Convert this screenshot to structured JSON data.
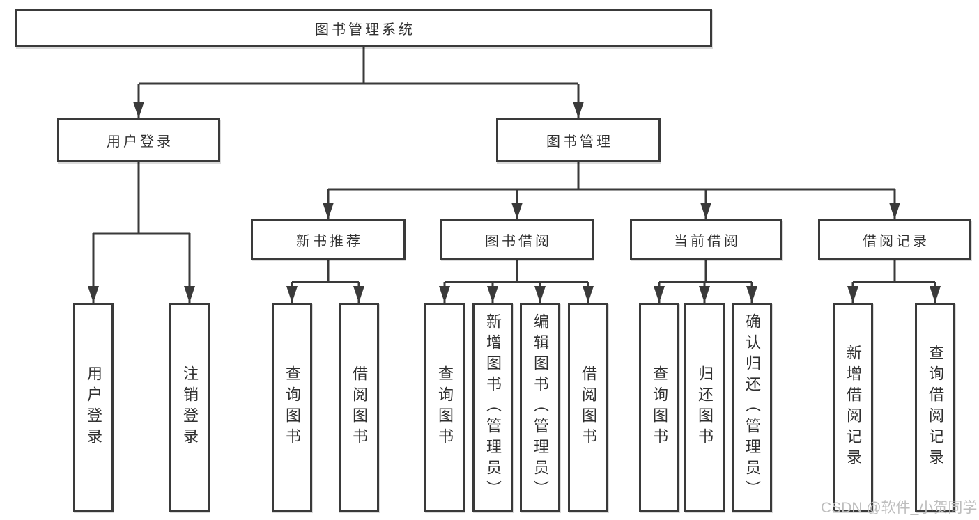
{
  "tree": {
    "label": "图书管理系统",
    "children": [
      {
        "label": "用户登录",
        "children": [
          {
            "label": "用户登录"
          },
          {
            "label": "注销登录"
          }
        ]
      },
      {
        "label": "图书管理",
        "children": [
          {
            "label": "新书推荐",
            "children": [
              {
                "label": "查询图书"
              },
              {
                "label": "借阅图书"
              }
            ]
          },
          {
            "label": "图书借阅",
            "children": [
              {
                "label": "查询图书"
              },
              {
                "label": "新增图书（管理员）"
              },
              {
                "label": "编辑图书（管理员）"
              },
              {
                "label": "借阅图书"
              }
            ]
          },
          {
            "label": "当前借阅",
            "children": [
              {
                "label": "查询图书"
              },
              {
                "label": "归还图书"
              },
              {
                "label": "确认归还（管理员）"
              }
            ]
          },
          {
            "label": "借阅记录",
            "children": [
              {
                "label": "新增借阅记录"
              },
              {
                "label": "查询借阅记录"
              }
            ]
          }
        ]
      }
    ]
  },
  "watermark": {
    "text": "CSDN @软件_小贺同学"
  },
  "colors": {
    "line": "#3a3a3a",
    "text": "#303030",
    "watermark": "#bdbdbd",
    "box_background": "#ffffff"
  }
}
